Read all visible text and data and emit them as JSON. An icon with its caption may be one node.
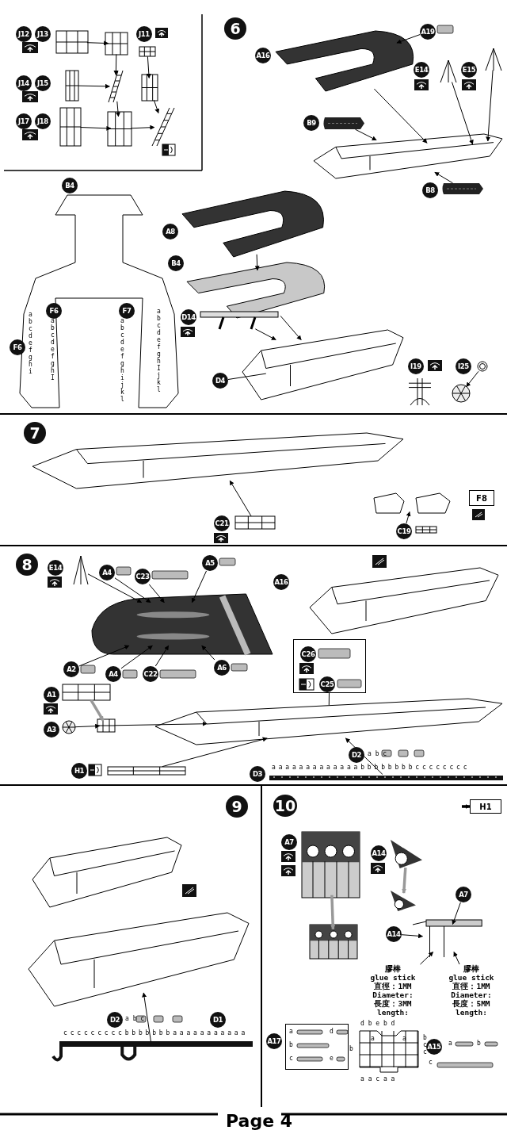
{
  "diagram": {
    "nodes": [
      {
        "text": [
          "6"
        ]
      },
      {
        "text": [
          "J12"
        ]
      },
      {
        "text": [
          "J13"
        ]
      },
      {
        "text": [
          "J14"
        ]
      },
      {
        "text": [
          "J15"
        ]
      },
      {
        "text": [
          "J17"
        ]
      },
      {
        "text": [
          "J18"
        ]
      },
      {
        "text": [
          "J11"
        ]
      },
      {
        "text": [],
        "shape": "picture"
      },
      {
        "text": [],
        "shape": "picture"
      },
      {
        "text": [],
        "shape": "picture"
      },
      {
        "text": [],
        "shape": "picture"
      },
      {
        "text": [],
        "shape": "picture"
      },
      {
        "text": [],
        "shape": "picture"
      },
      {
        "text": [],
        "shape": "picture"
      },
      {
        "text": [],
        "shape": "picture"
      },
      {
        "text": [],
        "shape": "picture"
      },
      {
        "text": [
          "A16"
        ]
      },
      {
        "text": [],
        "shape": "picture"
      },
      {
        "text": [
          "A19"
        ]
      },
      {
        "text": [
          "E14"
        ]
      },
      {
        "text": [
          "E15"
        ]
      },
      {
        "text": [],
        "shape": "picture"
      },
      {
        "text": [],
        "shape": "picture"
      },
      {
        "text": [
          "B9"
        ]
      },
      {
        "text": [],
        "shape": "picture"
      },
      {
        "text": [
          "B8"
        ]
      },
      {
        "text": [],
        "shape": "picture"
      },
      {
        "text": [],
        "shape": "picture"
      },
      {
        "text": [
          "B4"
        ]
      },
      {
        "text": [],
        "shape": "picture"
      },
      {
        "text": [
          "F6"
        ],
        "in": 30
      },
      {
        "text": [
          "F7"
        ],
        "in": 30
      },
      {
        "text": [
          "F6"
        ]
      },
      {
        "text": [
          "A8"
        ]
      },
      {
        "text": [],
        "shape": "picture"
      },
      {
        "text": [
          "B4"
        ]
      },
      {
        "text": [],
        "shape": "picture"
      },
      {
        "text": [
          "D14"
        ]
      },
      {
        "text": [],
        "shape": "picture"
      },
      {
        "text": [
          "D4"
        ]
      },
      {
        "text": [],
        "shape": "picture"
      },
      {
        "text": [
          "I19"
        ]
      },
      {
        "text": [
          "I25"
        ]
      },
      {
        "text": [],
        "shape": "picture"
      },
      {
        "text": [],
        "shape": "picture"
      },
      {
        "text": [],
        "shape": "picture"
      },
      {
        "text": [
          "7"
        ]
      },
      {
        "text": [],
        "shape": "picture"
      },
      {
        "text": [
          "C21"
        ]
      },
      {
        "text": [],
        "shape": "picture"
      },
      {
        "text": [
          "C19"
        ]
      },
      {
        "text": [],
        "shape": "picture"
      },
      {
        "text": [
          "F8"
        ]
      },
      {
        "text": [],
        "shape": "picture"
      },
      {
        "text": [
          "8"
        ]
      },
      {
        "text": [
          "E14"
        ]
      },
      {
        "text": [],
        "shape": "picture"
      },
      {
        "text": [
          "A4"
        ]
      },
      {
        "text": [
          "C23"
        ]
      },
      {
        "text": [
          "A5"
        ]
      },
      {
        "text": [
          "A16"
        ]
      },
      {
        "text": [],
        "shape": "picture"
      },
      {
        "text": [
          "A2"
        ]
      },
      {
        "text": [
          "A4"
        ]
      },
      {
        "text": [
          "C22"
        ]
      },
      {
        "text": [
          "A6"
        ]
      },
      {
        "text": [],
        "shape": "picture"
      },
      {
        "text": [
          "A1"
        ]
      },
      {
        "text": [],
        "shape": "picture"
      },
      {
        "text": [
          "A3"
        ]
      },
      {
        "text": [],
        "shape": "picture"
      },
      {
        "text": [],
        "shape": "picture"
      },
      {
        "text": [],
        "shape": "box"
      },
      {
        "text": [
          "C26"
        ],
        "in": 73
      },
      {
        "text": [
          "C25"
        ],
        "in": 73
      },
      {
        "text": [],
        "shape": "picture"
      },
      {
        "text": [
          "H1"
        ]
      },
      {
        "text": [],
        "shape": "picture"
      },
      {
        "text": [
          "D2"
        ]
      },
      {
        "text": [
          "D3"
        ]
      },
      {
        "text": [],
        "shape": "picture"
      },
      {
        "text": [
          "9"
        ]
      },
      {
        "text": [],
        "shape": "picture"
      },
      {
        "text": [],
        "shape": "picture"
      },
      {
        "text": [
          "D2"
        ]
      },
      {
        "text": [
          "D1"
        ]
      },
      {
        "text": [],
        "shape": "picture"
      },
      {
        "text": [
          "10"
        ]
      },
      {
        "text": [
          "A7"
        ]
      },
      {
        "text": [],
        "shape": "picture"
      },
      {
        "text": [],
        "shape": "picture"
      },
      {
        "text": [
          "A14"
        ]
      },
      {
        "text": [],
        "shape": "picture"
      },
      {
        "text": [],
        "shape": "picture"
      },
      {
        "text": [
          "H1"
        ]
      },
      {
        "text": [
          "A7"
        ]
      },
      {
        "text": [
          "A14"
        ]
      },
      {
        "text": [],
        "shape": "picture"
      },
      {
        "text": [
          "A17"
        ]
      },
      {
        "text": [
          "A15"
        ],
        "beside": [
          "a",
          "b",
          "c"
        ]
      },
      {
        "text": [
          "膠棒",
          "glue stick",
          "直徑：1MM",
          "Diameter:",
          "長度：3MM",
          "length:"
        ]
      },
      {
        "text": [
          "膠棒",
          "glue stick",
          "直徑：1MM",
          "Diameter:",
          "長度：5MM",
          "length:"
        ]
      }
    ],
    "edges": [
      {
        "from": 8,
        "to": 9,
        "arrow": "to"
      },
      {
        "from": 9,
        "to": 11,
        "arrow": "to"
      },
      {
        "from": 10,
        "to": 11,
        "arrow": "to"
      },
      {
        "from": 11,
        "to": 13,
        "arrow": "to"
      },
      {
        "from": 12,
        "to": 13,
        "arrow": "to"
      },
      {
        "from": 13,
        "to": 16,
        "arrow": "to"
      },
      {
        "from": 14,
        "to": 15,
        "arrow": "to"
      },
      {
        "from": 15,
        "to": 16,
        "arrow": "to"
      },
      {
        "from": 18,
        "to": 28,
        "arrow": "to"
      },
      {
        "from": 19,
        "to": 18,
        "arrow": "to"
      },
      {
        "from": 22,
        "to": 28,
        "arrow": "to"
      },
      {
        "from": 23,
        "to": 28,
        "arrow": "to"
      },
      {
        "from": 25,
        "to": 28,
        "arrow": "to"
      },
      {
        "from": 27,
        "to": 28,
        "arrow": "to"
      },
      {
        "from": 35,
        "to": 37,
        "arrow": "to"
      },
      {
        "from": 37,
        "to": 41,
        "arrow": "to"
      },
      {
        "from": 39,
        "to": 41,
        "arrow": "to"
      },
      {
        "from": 40,
        "to": 41,
        "arrow": "none"
      },
      {
        "from": 45,
        "to": 46,
        "arrow": "to"
      },
      {
        "from": 50,
        "to": 48,
        "arrow": "to"
      },
      {
        "from": 51,
        "to": 54,
        "arrow": "to"
      },
      {
        "from": 57,
        "to": 62,
        "arrow": "to"
      },
      {
        "from": 58,
        "to": 62,
        "arrow": "to"
      },
      {
        "from": 59,
        "to": 62,
        "arrow": "to"
      },
      {
        "from": 60,
        "to": 62,
        "arrow": "to"
      },
      {
        "from": 63,
        "to": 62,
        "arrow": "to"
      },
      {
        "from": 64,
        "to": 62,
        "arrow": "to"
      },
      {
        "from": 65,
        "to": 62,
        "arrow": "to"
      },
      {
        "from": 66,
        "to": 62,
        "arrow": "to"
      },
      {
        "from": 69,
        "to": 72,
        "arrow": "to",
        "style": "thick",
        "color": "#999999"
      },
      {
        "from": 71,
        "to": 72,
        "arrow": "to"
      },
      {
        "from": 72,
        "to": 76,
        "arrow": "to"
      },
      {
        "from": 78,
        "to": 76,
        "arrow": "to"
      },
      {
        "from": 81,
        "to": 76,
        "arrow": "to"
      },
      {
        "from": 73,
        "to": 76,
        "arrow": "none"
      },
      {
        "from": 87,
        "to": 84,
        "arrow": "to"
      },
      {
        "from": 90,
        "to": 91,
        "arrow": "to",
        "style": "thick",
        "color": "#999999"
      },
      {
        "from": 93,
        "to": 94,
        "arrow": "to",
        "style": "thick",
        "color": "#999999"
      },
      {
        "from": null,
        "to": 95,
        "arrow": "to",
        "style": "thick"
      },
      {
        "from": 96,
        "to": 98,
        "arrow": "to"
      },
      {
        "from": 97,
        "to": 98,
        "arrow": "to"
      },
      {
        "from": 101,
        "to": 98,
        "arrow": "to"
      },
      {
        "from": 102,
        "to": 98,
        "arrow": "to"
      }
    ],
    "labels": [
      "a b c d e f g h i",
      "a b c d e f g h I",
      "a b c d e f g h i j k l",
      "a b c d e f g h I j k l",
      "a b c",
      "a a a a a a a a a a a a a b b b b b b b b c c c c c c c c",
      "a b c",
      "c c c c c c c c c b b b b b b b a a a a a a a a a a a",
      "a",
      "d",
      "b",
      "c",
      "e",
      "d b e b d",
      "b",
      "a",
      "a",
      "b c c",
      "a a c a a",
      "Page 4"
    ]
  }
}
